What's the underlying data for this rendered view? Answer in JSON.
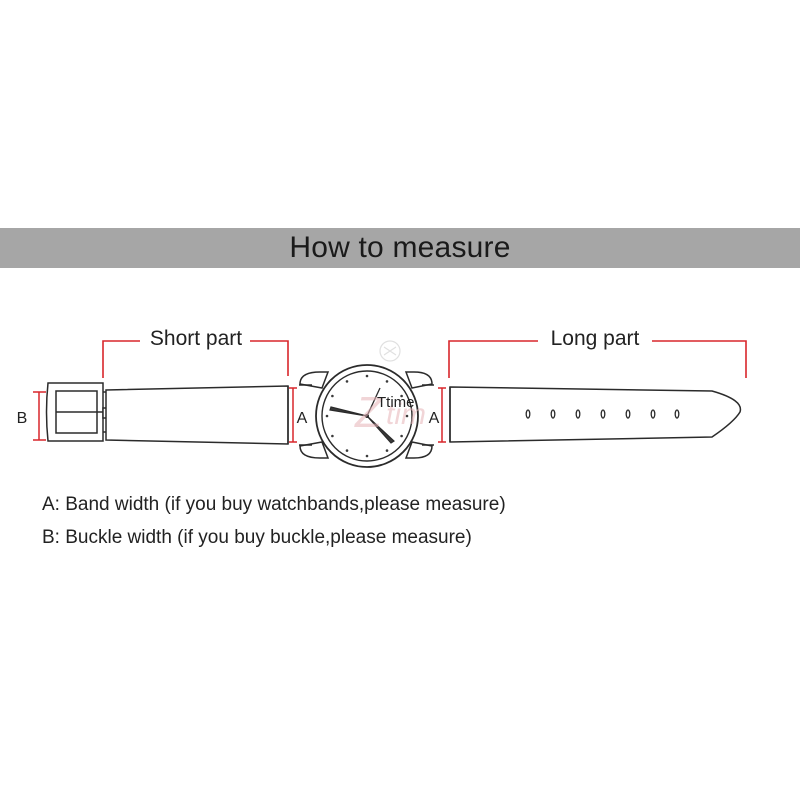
{
  "banner": {
    "title": "How to measure"
  },
  "labels": {
    "short_part": "Short part",
    "long_part": "Long part",
    "dim_a": "A",
    "dim_b": "B",
    "brand": "Ttime"
  },
  "legend": {
    "a": "A: Band width (if you buy watchbands,please measure)",
    "b": "B: Buckle width (if you buy buckle,please measure)"
  },
  "colors": {
    "banner_bg": "#a6a6a6",
    "dimension_line": "#d9262b",
    "outline": "#2b2b2b",
    "watermark": "#e6b3b8"
  },
  "icons": {
    "buckle": "buckle-icon",
    "watch_face": "watch-face-icon"
  }
}
